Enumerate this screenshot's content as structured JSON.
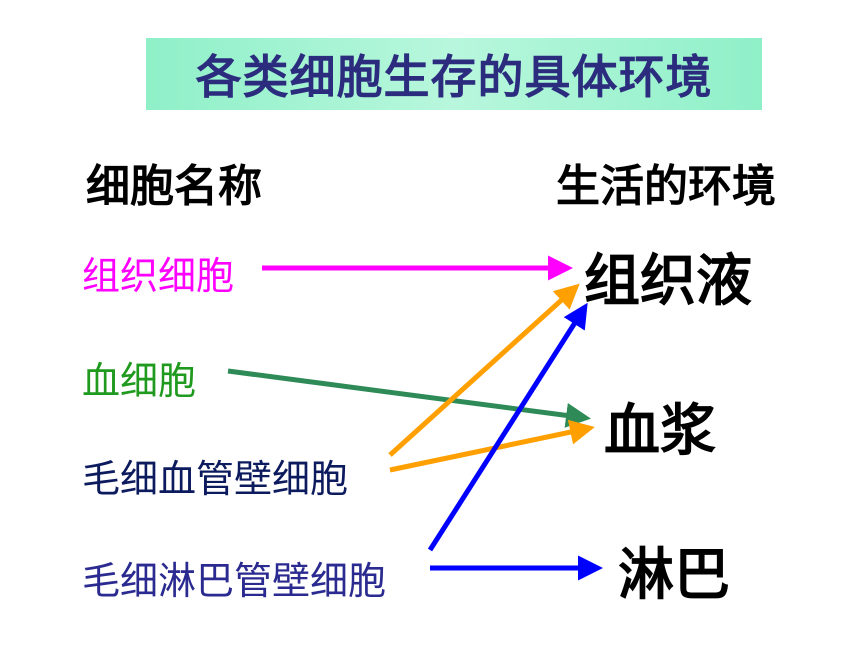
{
  "title": "各类细胞生存的具体环境",
  "headers": {
    "cells": "细胞名称",
    "environments": "生活的环境"
  },
  "cells": [
    {
      "label": "组织细胞",
      "color": "#ff00ff"
    },
    {
      "label": "血细胞",
      "color": "#1f9a1f"
    },
    {
      "label": "毛细血管壁细胞",
      "color": "#0c1a5e"
    },
    {
      "label": "毛细淋巴管壁细胞",
      "color": "#2a2a90"
    }
  ],
  "environments": [
    {
      "label": "组织液"
    },
    {
      "label": "血浆"
    },
    {
      "label": "淋巴"
    }
  ],
  "connections": [
    {
      "from": "组织细胞",
      "to": "组织液",
      "color": "#ff00ff"
    },
    {
      "from": "血细胞",
      "to": "血浆",
      "color": "#2e8b57"
    },
    {
      "from": "毛细血管壁细胞",
      "to": "组织液",
      "color": "#ffa000"
    },
    {
      "from": "毛细血管壁细胞",
      "to": "血浆",
      "color": "#ffa000"
    },
    {
      "from": "毛细淋巴管壁细胞",
      "to": "组织液",
      "color": "#0000ff"
    },
    {
      "from": "毛细淋巴管壁细胞",
      "to": "淋巴",
      "color": "#0000ff"
    }
  ]
}
